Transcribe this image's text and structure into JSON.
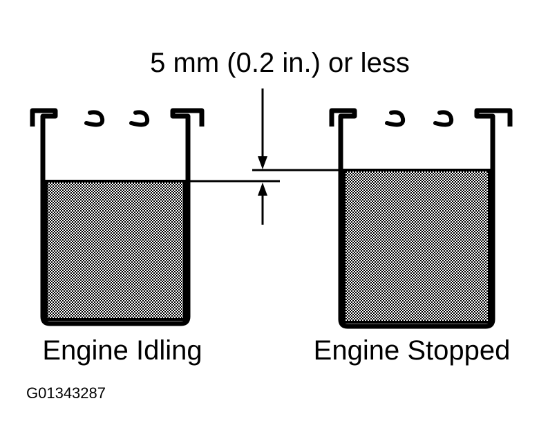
{
  "measurement_label": "5 mm (0.2 in.) or less",
  "left_reservoir_label": "Engine Idling",
  "right_reservoir_label": "Engine Stopped",
  "figure_code": "G01343287",
  "colors": {
    "ink": "#000000",
    "paper": "#ffffff",
    "fluid_shade": "#8a8a8a"
  }
}
